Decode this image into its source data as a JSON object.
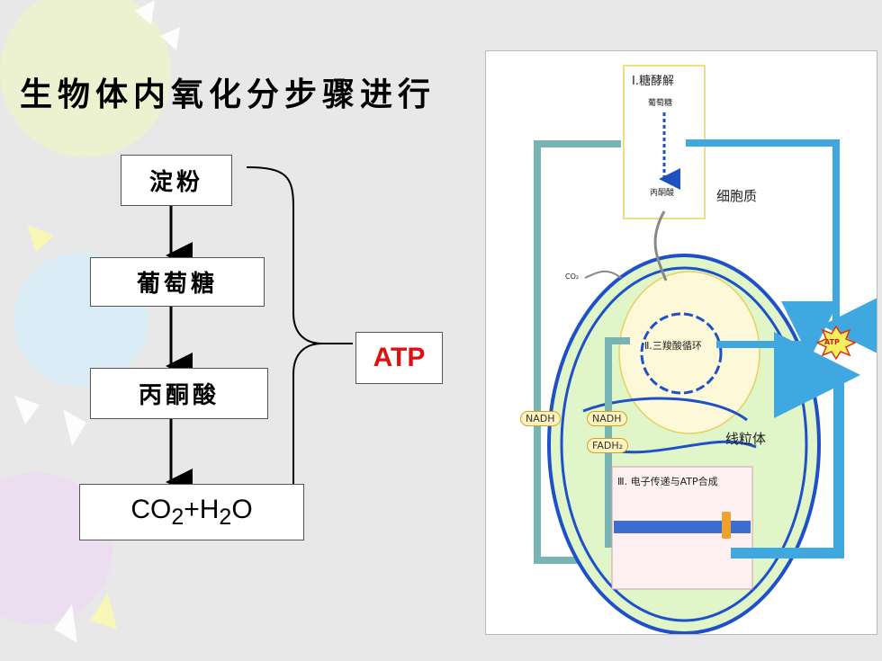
{
  "title": "生物体内氧化分步骤进行",
  "flow": {
    "step1": "淀粉",
    "step2": "葡萄糖",
    "step3": "丙酮酸",
    "step4_main": "CO",
    "step4_sub1": "2",
    "step4_mid": "+H",
    "step4_sub2": "2",
    "step4_end": "O",
    "result": "ATP"
  },
  "figure": {
    "glycolysis_title": "Ⅰ.糖酵解",
    "glucose": "葡萄糖",
    "pyruvate": "丙酮酸",
    "cytoplasm": "细胞质",
    "co2": "CO₂",
    "tca": "Ⅱ.三羧酸循环",
    "atp": "ATP",
    "nadh_left": "NADH",
    "nadh_inner": "NADH",
    "fadh2": "FADH₂",
    "mitochondrion": "线粒体",
    "etc": "Ⅲ. 电子传递与ATP合成"
  },
  "colors": {
    "result_text": "#e01010",
    "arrow_blue": "#40a8e0",
    "arrow_teal": "#78b4b4",
    "membrane": "#1e50c8",
    "matrix": "#e0f5c8"
  }
}
